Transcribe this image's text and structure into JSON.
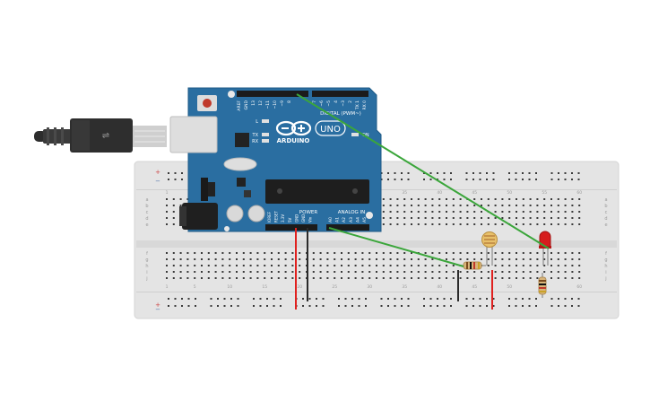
{
  "arduino": {
    "brand": "ARDUINO",
    "model": "UNO",
    "digital_label": "DIGITAL (PWM~)",
    "power_label": "POWER",
    "analog_label": "ANALOG IN",
    "tx_label": "TX",
    "rx_label": "RX",
    "l_label": "L",
    "on_label": "ON",
    "digital_pins": [
      "AREF",
      "GND",
      "13",
      "12",
      "~11",
      "~10",
      "~9",
      "8",
      "7",
      "~6",
      "~5",
      "4",
      "~3",
      "2",
      "TX 1",
      "RX 0"
    ],
    "power_pins": [
      "IOREF",
      "RESET",
      "3.3V",
      "5V",
      "GND",
      "GND",
      "Vin"
    ],
    "analog_pins": [
      "A0",
      "A1",
      "A2",
      "A3",
      "A4",
      "A5"
    ]
  },
  "breadboard": {
    "column_numbers": [
      "1",
      "5",
      "10",
      "15",
      "20",
      "25",
      "30",
      "35",
      "40",
      "45",
      "50",
      "55",
      "60"
    ],
    "row_letters_top": [
      "a",
      "b",
      "c",
      "d",
      "e"
    ],
    "row_letters_bottom": [
      "f",
      "g",
      "h",
      "i",
      "j"
    ]
  },
  "colors": {
    "board": "#2a6ea1",
    "breadboard": "#e3e3e3",
    "wire_green": "#3ba63b",
    "wire_red": "#e0211f",
    "wire_black": "#2b2b2b",
    "led": "#d61d1d"
  },
  "components": [
    "usb-cable",
    "arduino-uno",
    "breadboard",
    "photoresistor",
    "led",
    "resistor-1",
    "resistor-2"
  ]
}
